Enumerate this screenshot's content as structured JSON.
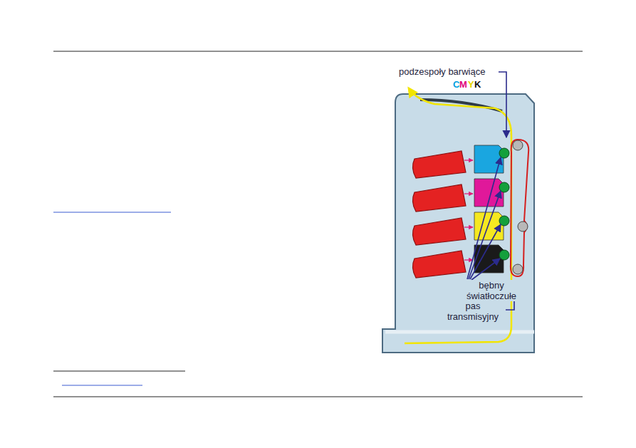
{
  "diagram": {
    "labels": [
      "podzespoły barwiące",
      "C",
      "M",
      "Y",
      "K",
      "bębny światłoczułe",
      "pas transmisyjny"
    ]
  }
}
